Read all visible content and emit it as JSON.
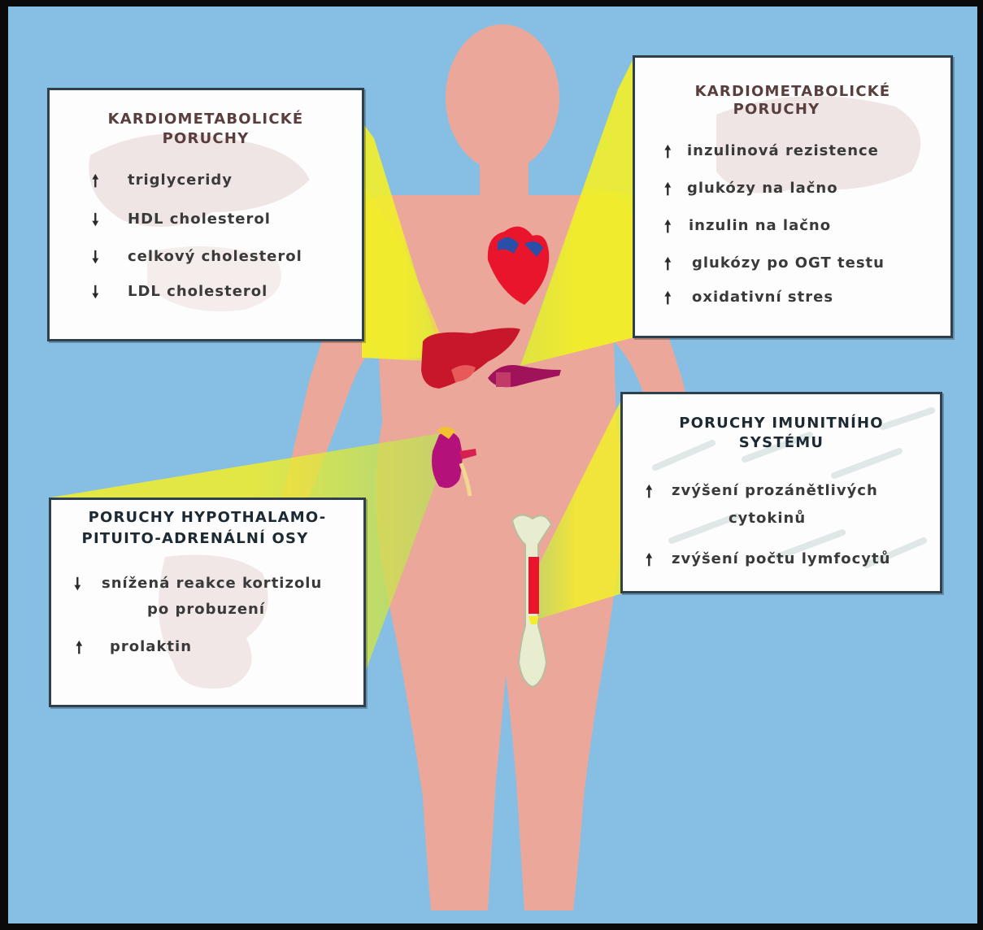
{
  "panels": {
    "left_top": {
      "title_line1": "KARDIOMETABOLICKÉ",
      "title_line2": "PORUCHY",
      "items": [
        {
          "arrow": "up",
          "text": "triglyceridy"
        },
        {
          "arrow": "down",
          "text": "HDL cholesterol"
        },
        {
          "arrow": "down",
          "text": "celkový cholesterol"
        },
        {
          "arrow": "down",
          "text": "LDL cholesterol"
        }
      ]
    },
    "right_top": {
      "title_line1": "KARDIOMETABOLICKÉ",
      "title_line2": "PORUCHY",
      "items": [
        {
          "arrow": "up",
          "text": "inzulinová rezistence"
        },
        {
          "arrow": "up",
          "text": "glukózy na lačno"
        },
        {
          "arrow": "up",
          "text": "inzulin na lačno"
        },
        {
          "arrow": "up",
          "text": "glukózy po OGT testu"
        },
        {
          "arrow": "up",
          "text": "oxidativní stres"
        }
      ]
    },
    "right_mid": {
      "title_line1": "PORUCHY IMUNITNÍHO",
      "title_line2": "SYSTÉMU",
      "items": [
        {
          "arrow": "up",
          "text": "zvýšení prozánětlivých"
        },
        {
          "arrow": "",
          "text": "cytokinů"
        },
        {
          "arrow": "up",
          "text": "zvýšení počtu lymfocytů"
        }
      ]
    },
    "left_bottom": {
      "title_line1": "PORUCHY HYPOTHALAMO-",
      "title_line2": "PITUITO-ADRENÁLNÍ OSY",
      "items": [
        {
          "arrow": "down",
          "text": "snížená reakce kortizolu"
        },
        {
          "arrow": "",
          "text": "po probuzení"
        },
        {
          "arrow": "up",
          "text": "prolaktin"
        }
      ]
    }
  },
  "arrow_glyphs": {
    "up": "🠕",
    "down": "🠗"
  },
  "colors": {
    "background": "#86bfe3",
    "body": "#eba89a",
    "highlight": "#f2ee2a",
    "highlight_edge": "#9dcf4c",
    "heart": "#e8152c",
    "liver": "#c8162a",
    "kidney": "#b4127a",
    "bone": "#e8edd0",
    "title_red": "#5a3e3e",
    "title_dark": "#1d2a33"
  }
}
